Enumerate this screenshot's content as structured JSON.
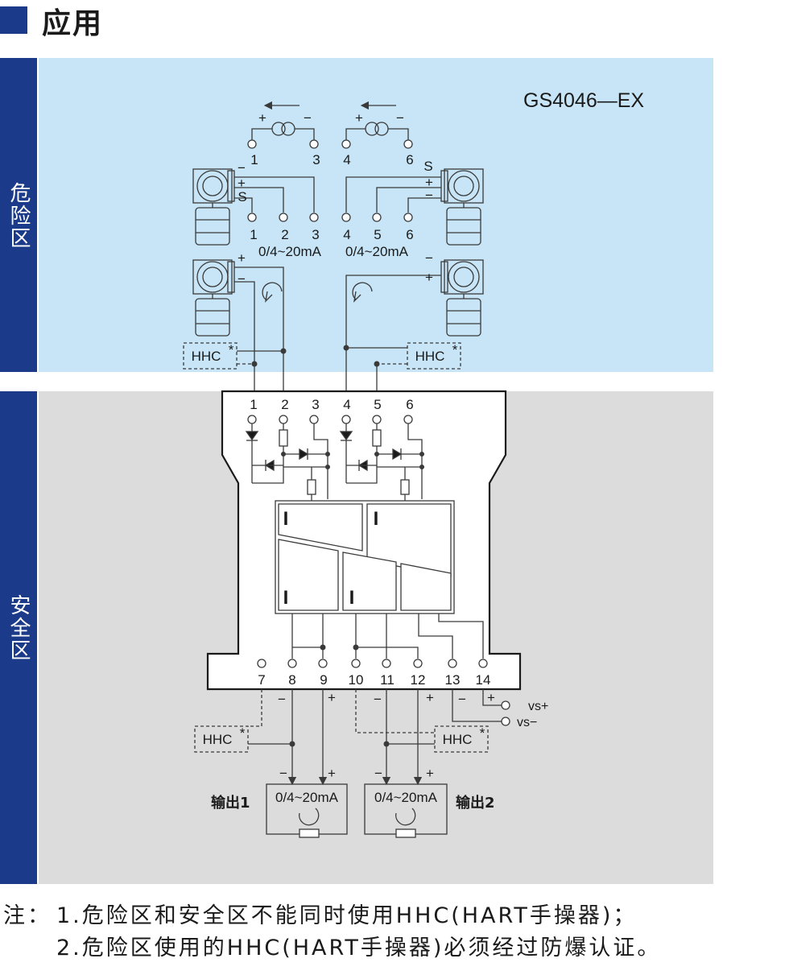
{
  "header": {
    "title": "应用"
  },
  "zones": {
    "hazardous_label": "危险区",
    "safe_label": "安全区"
  },
  "model": "GS4046—EX",
  "hazard": {
    "top_terminals": [
      "1",
      "3",
      "4",
      "6"
    ],
    "mid_terminals": [
      "1",
      "2",
      "3",
      "4",
      "5",
      "6"
    ],
    "range_left": "0/4~20mA",
    "range_right": "0/4~20mA",
    "hhc": "HHC",
    "asterisk": "*"
  },
  "barrier": {
    "input_terminals": [
      "1",
      "2",
      "3",
      "4",
      "5",
      "6"
    ],
    "output_terminals": [
      "7",
      "8",
      "9",
      "10",
      "11",
      "12",
      "13",
      "14"
    ],
    "module_glyph": "I"
  },
  "outputs": {
    "vs_plus": "vs+",
    "vs_minus": "vs−",
    "out1_label": "输出1",
    "out2_label": "输出2",
    "range1": "0/4~20mA",
    "range2": "0/4~20mA",
    "hhc": "HHC",
    "asterisk": "*"
  },
  "polarity": {
    "plus": "+",
    "minus": "−",
    "s": "S"
  },
  "notes": {
    "prefix": "注：",
    "line1": "1.危险区和安全区不能同时使用HHC(HART手操器)；",
    "line2": "2.危险区使用的HHC(HART手操器)必须经过防爆认证。"
  },
  "colors": {
    "hazard_bg": "#c7e5f6",
    "safe_bg": "#dcdcdc",
    "zone_bar": "#1b3b8a",
    "line": "#3a3a3a"
  }
}
